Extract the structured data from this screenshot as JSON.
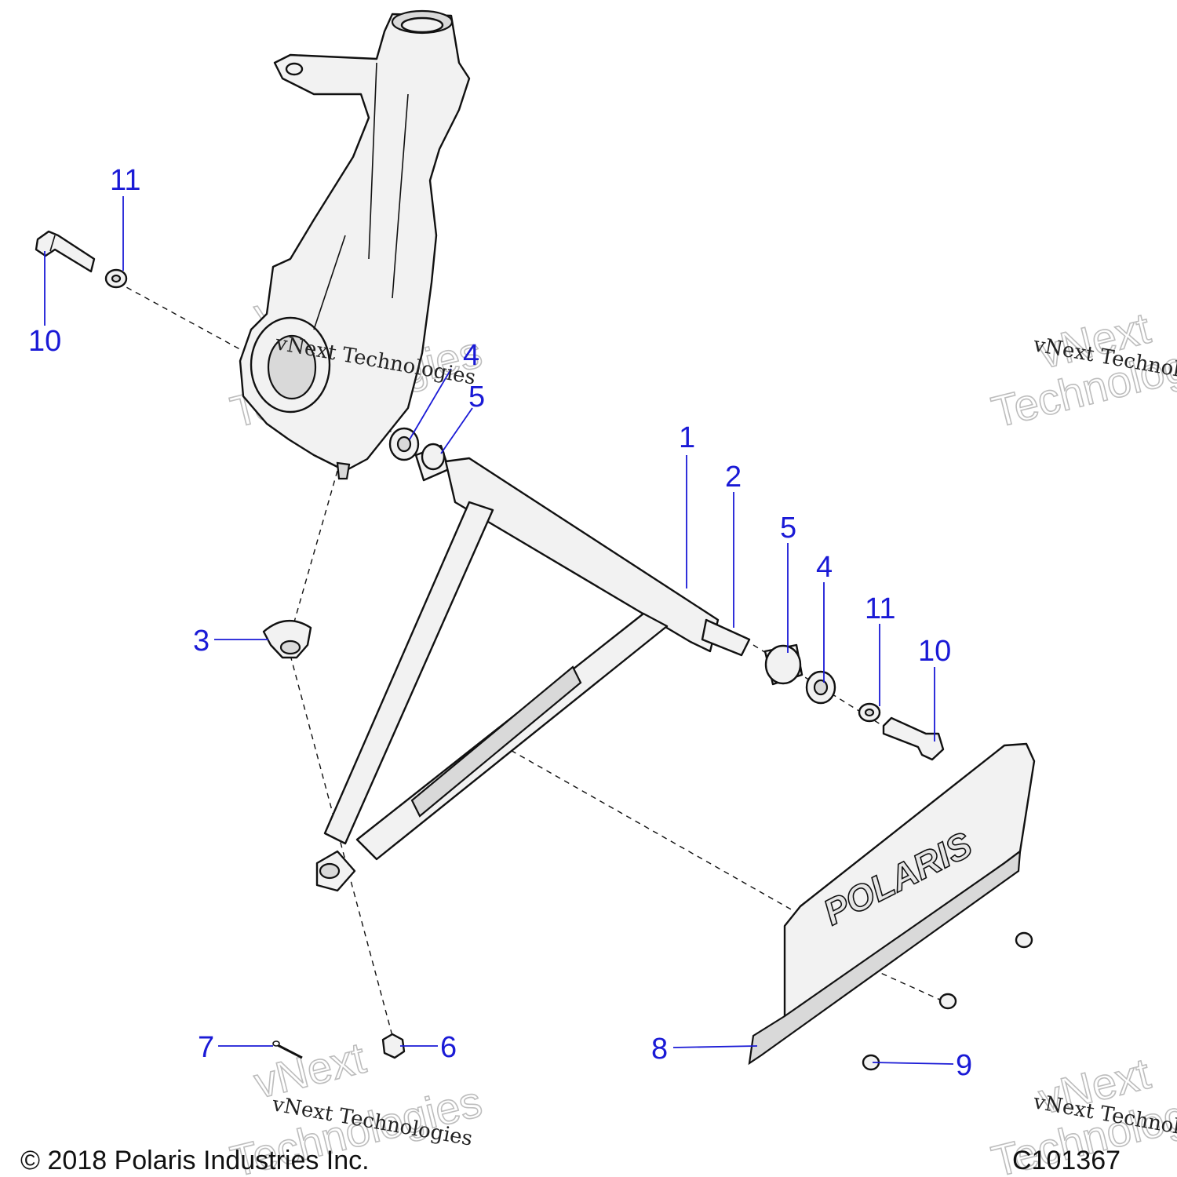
{
  "callouts": {
    "c1": "1",
    "c2": "2",
    "c3": "3",
    "c4a": "4",
    "c4b": "4",
    "c5a": "5",
    "c5b": "5",
    "c6": "6",
    "c7": "7",
    "c8": "8",
    "c9": "9",
    "c10a": "10",
    "c10b": "10",
    "c11a": "11",
    "c11b": "11"
  },
  "watermark": {
    "small": "vNext Technologies",
    "big_line1": "vNext",
    "big_line2": "Technologies"
  },
  "skid_plate_logo": "POLARIS",
  "footer": {
    "copyright": "© 2018 Polaris Industries Inc.",
    "diagram_id": "C101367"
  },
  "colors": {
    "callout": "#1a1ad6",
    "line_art": "#111111",
    "part_fill": "#f2f2f2"
  }
}
